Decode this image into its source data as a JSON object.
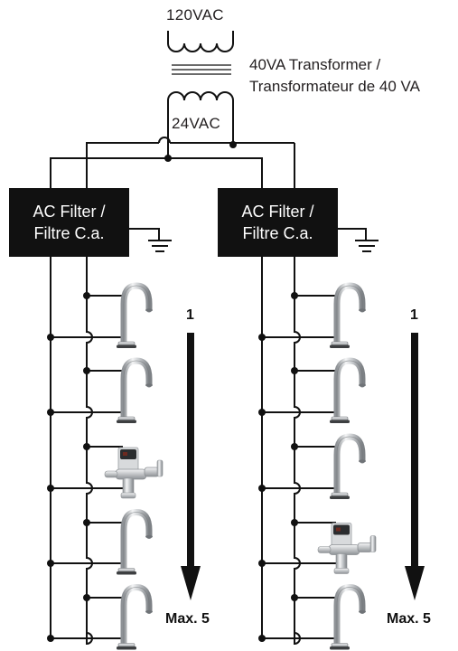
{
  "transformer": {
    "primary_voltage": "120VAC",
    "secondary_voltage": "24VAC",
    "label_line1": "40VA Transformer /",
    "label_line2": "Transformateur de 40 VA"
  },
  "filters": [
    {
      "line1": "AC Filter /",
      "line2": "Filtre C.a."
    },
    {
      "line1": "AC Filter /",
      "line2": "Filtre C.a."
    }
  ],
  "device_chains": [
    {
      "start_label": "1",
      "max_label": "Max. 5",
      "devices": [
        "faucet-icon",
        "faucet-icon",
        "flushometer-icon",
        "faucet-icon",
        "faucet-icon"
      ]
    },
    {
      "start_label": "1",
      "max_label": "Max. 5",
      "devices": [
        "faucet-icon",
        "faucet-icon",
        "faucet-icon",
        "flushometer-icon",
        "faucet-icon"
      ]
    }
  ],
  "colors": {
    "line": "#111111",
    "filter_fill": "#111111",
    "filter_text": "#ffffff",
    "fixture_chrome": "#c9cccf"
  }
}
